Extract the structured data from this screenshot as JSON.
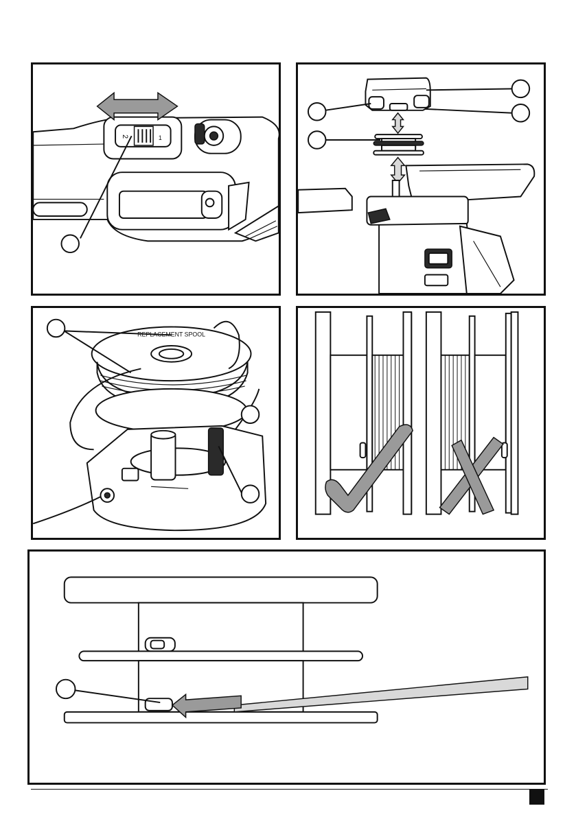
{
  "panel_1": {
    "switch_marks": [
      "2",
      "1"
    ]
  },
  "panel_3": {
    "spool_label": "REPLACEMENT SPOOL"
  },
  "footer": {
    "page_number": ""
  },
  "colors": {
    "ink": "#111111",
    "shade": "#9a9a9a",
    "light_shade": "#d9d9d9"
  }
}
